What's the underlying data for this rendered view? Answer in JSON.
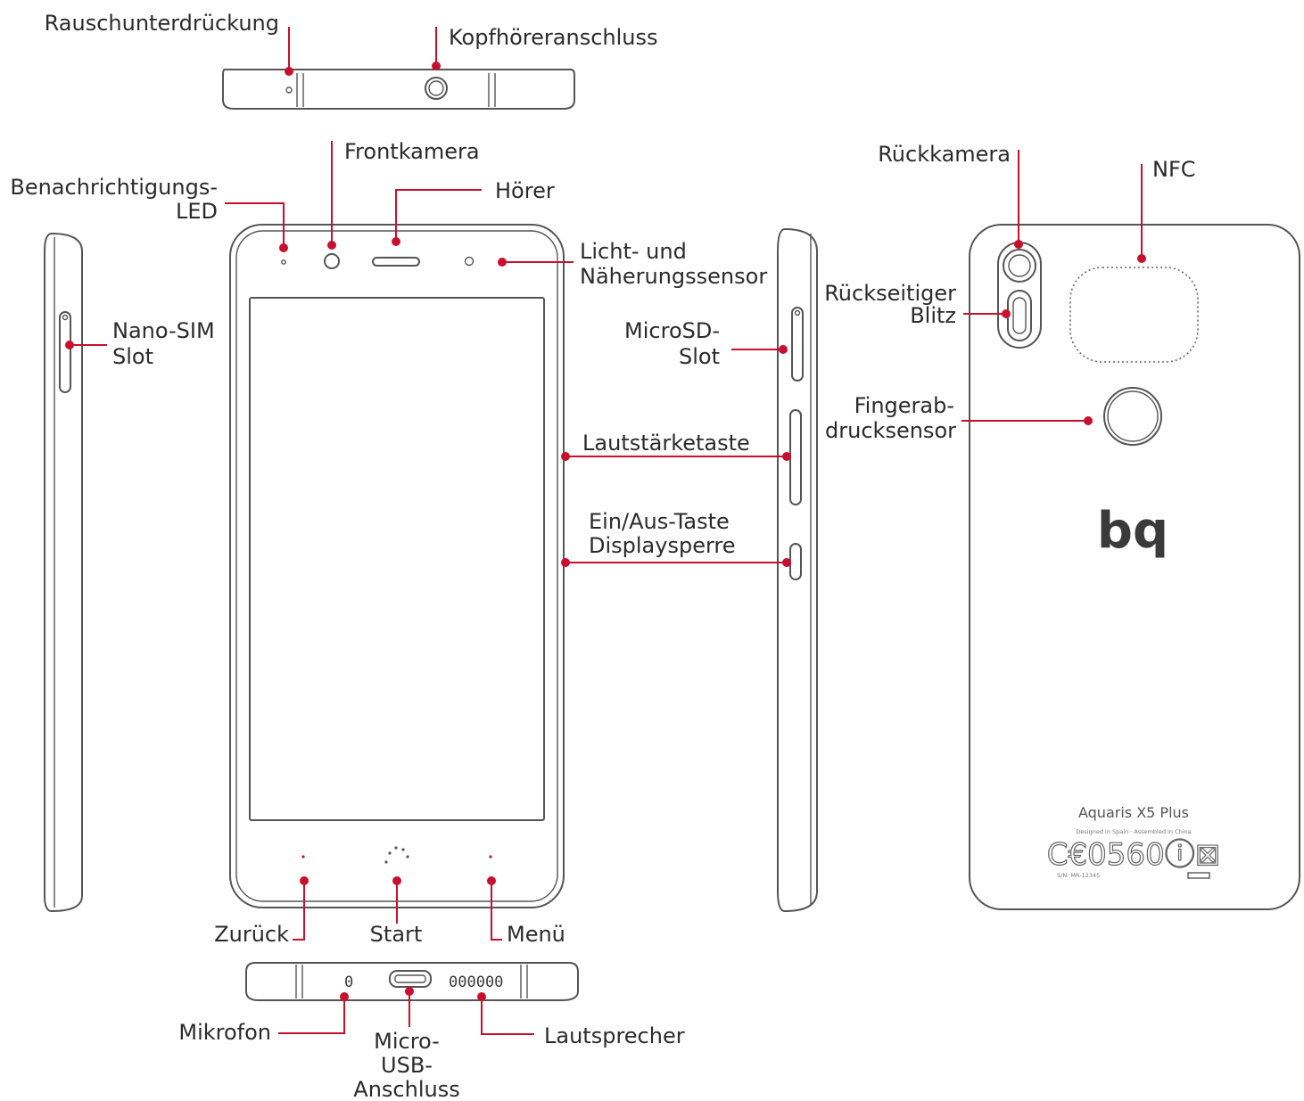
{
  "labels": {
    "noise_cancel": "Rauschunterdrückung",
    "headphone_jack": "Kopfhöreranschluss",
    "notification_led_line1": "Benachrichtigungs-",
    "notification_led_line2": "LED",
    "front_camera": "Frontkamera",
    "earpiece": "Hörer",
    "light_sensor_line1": "Licht- und",
    "light_sensor_line2": "Näherungssensor",
    "nano_sim_line1": "Nano-SIM",
    "nano_sim_line2": "Slot",
    "microsd_line1": "MicroSD-",
    "microsd_line2": "Slot",
    "volume": "Lautstärketaste",
    "power_line1": "Ein/Aus-Taste",
    "power_line2": "Displaysperre",
    "back": "Zurück",
    "home": "Start",
    "menu": "Menü",
    "microphone": "Mikrofon",
    "usb_line1": "Micro-",
    "usb_line2": "USB-",
    "usb_line3": "Anschluss",
    "speaker": "Lautsprecher",
    "rear_camera": "Rückkamera",
    "nfc": "NFC",
    "rear_flash_line1": "Rückseitiger",
    "rear_flash_line2": "Blitz",
    "fingerprint_line1": "Fingerab-",
    "fingerprint_line2": "drucksensor"
  },
  "device": {
    "brand_logo": "bq",
    "model": "Aquaris X5 Plus",
    "origin_text": "Designed in Spain · Assembled in China",
    "certification": "C€0560ⓘ⊠",
    "serial_text": "S/N: MR-12345",
    "bottom_mic_glyph": "0",
    "speaker_grille": "000000"
  },
  "colors": {
    "callout": "#c8102e",
    "outline": "#555555",
    "text": "#2b2b2b"
  }
}
